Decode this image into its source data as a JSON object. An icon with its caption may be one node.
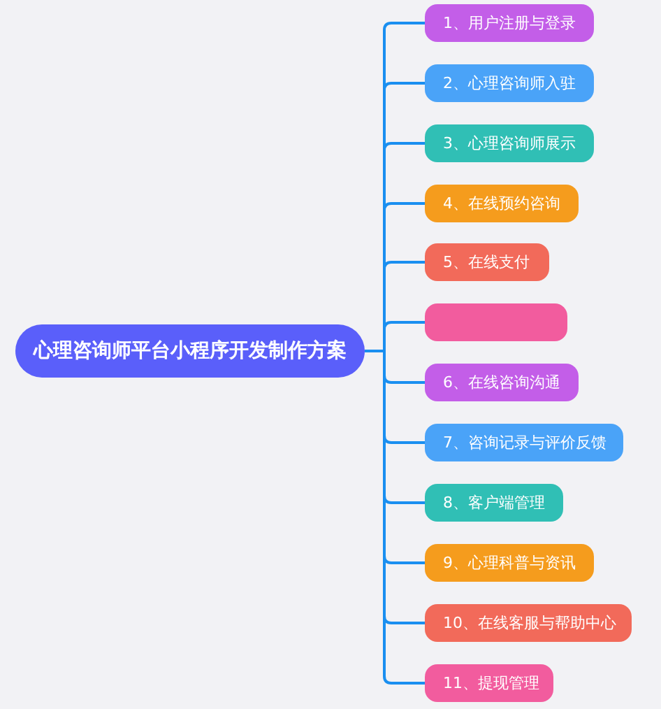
{
  "diagram": {
    "nodes": [
      {
        "text": [
          "心理咨询师平台小程序开发制作方案"
        ]
      },
      {
        "text": [
          "1、用户注册与登录"
        ]
      },
      {
        "text": [
          "2、心理咨询师入驻"
        ]
      },
      {
        "text": [
          "3、心理咨询师展示"
        ]
      },
      {
        "text": [
          "4、在线预约咨询"
        ]
      },
      {
        "text": [
          "5、在线支付"
        ]
      },
      {
        "text": [],
        "shape": "box"
      },
      {
        "text": [
          "6、在线咨询沟通"
        ]
      },
      {
        "text": [
          "7、咨询记录与评价反馈"
        ]
      },
      {
        "text": [
          "8、客户端管理"
        ]
      },
      {
        "text": [
          "9、心理科普与资讯"
        ]
      },
      {
        "text": [
          "10、在线客服与帮助中心"
        ]
      },
      {
        "text": [
          "11、提现管理"
        ]
      }
    ],
    "edges": [
      {
        "from": 0,
        "to": 1,
        "arrow": "none"
      },
      {
        "from": 0,
        "to": 2,
        "arrow": "none"
      },
      {
        "from": 0,
        "to": 3,
        "arrow": "none"
      },
      {
        "from": 0,
        "to": 4,
        "arrow": "none"
      },
      {
        "from": 0,
        "to": 5,
        "arrow": "none"
      },
      {
        "from": 0,
        "to": 6,
        "arrow": "none"
      },
      {
        "from": 0,
        "to": 7,
        "arrow": "none"
      },
      {
        "from": 0,
        "to": 8,
        "arrow": "none"
      },
      {
        "from": 0,
        "to": 9,
        "arrow": "none"
      },
      {
        "from": 0,
        "to": 10,
        "arrow": "none"
      },
      {
        "from": 0,
        "to": 11,
        "arrow": "none"
      },
      {
        "from": 0,
        "to": 12,
        "arrow": "none"
      }
    ]
  }
}
